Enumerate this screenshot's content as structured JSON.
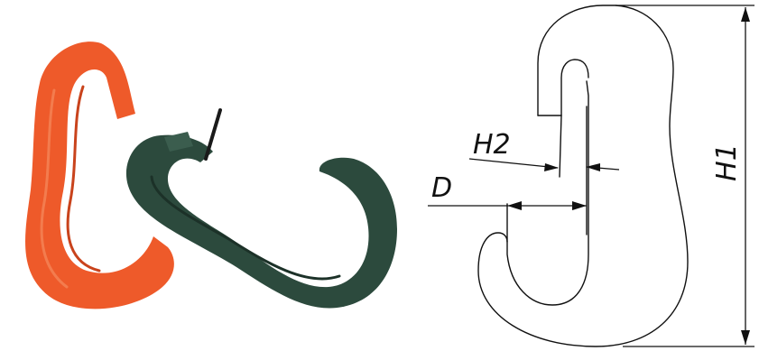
{
  "photo": {
    "orange_hook_color": "#ee5a2a",
    "orange_hook_shadow": "#c9431c",
    "green_hook_color": "#2c4a3d",
    "green_hook_shadow": "#1c3128"
  },
  "drawing": {
    "labels": {
      "h1": "H1",
      "h2": "H2",
      "d": "D"
    }
  }
}
